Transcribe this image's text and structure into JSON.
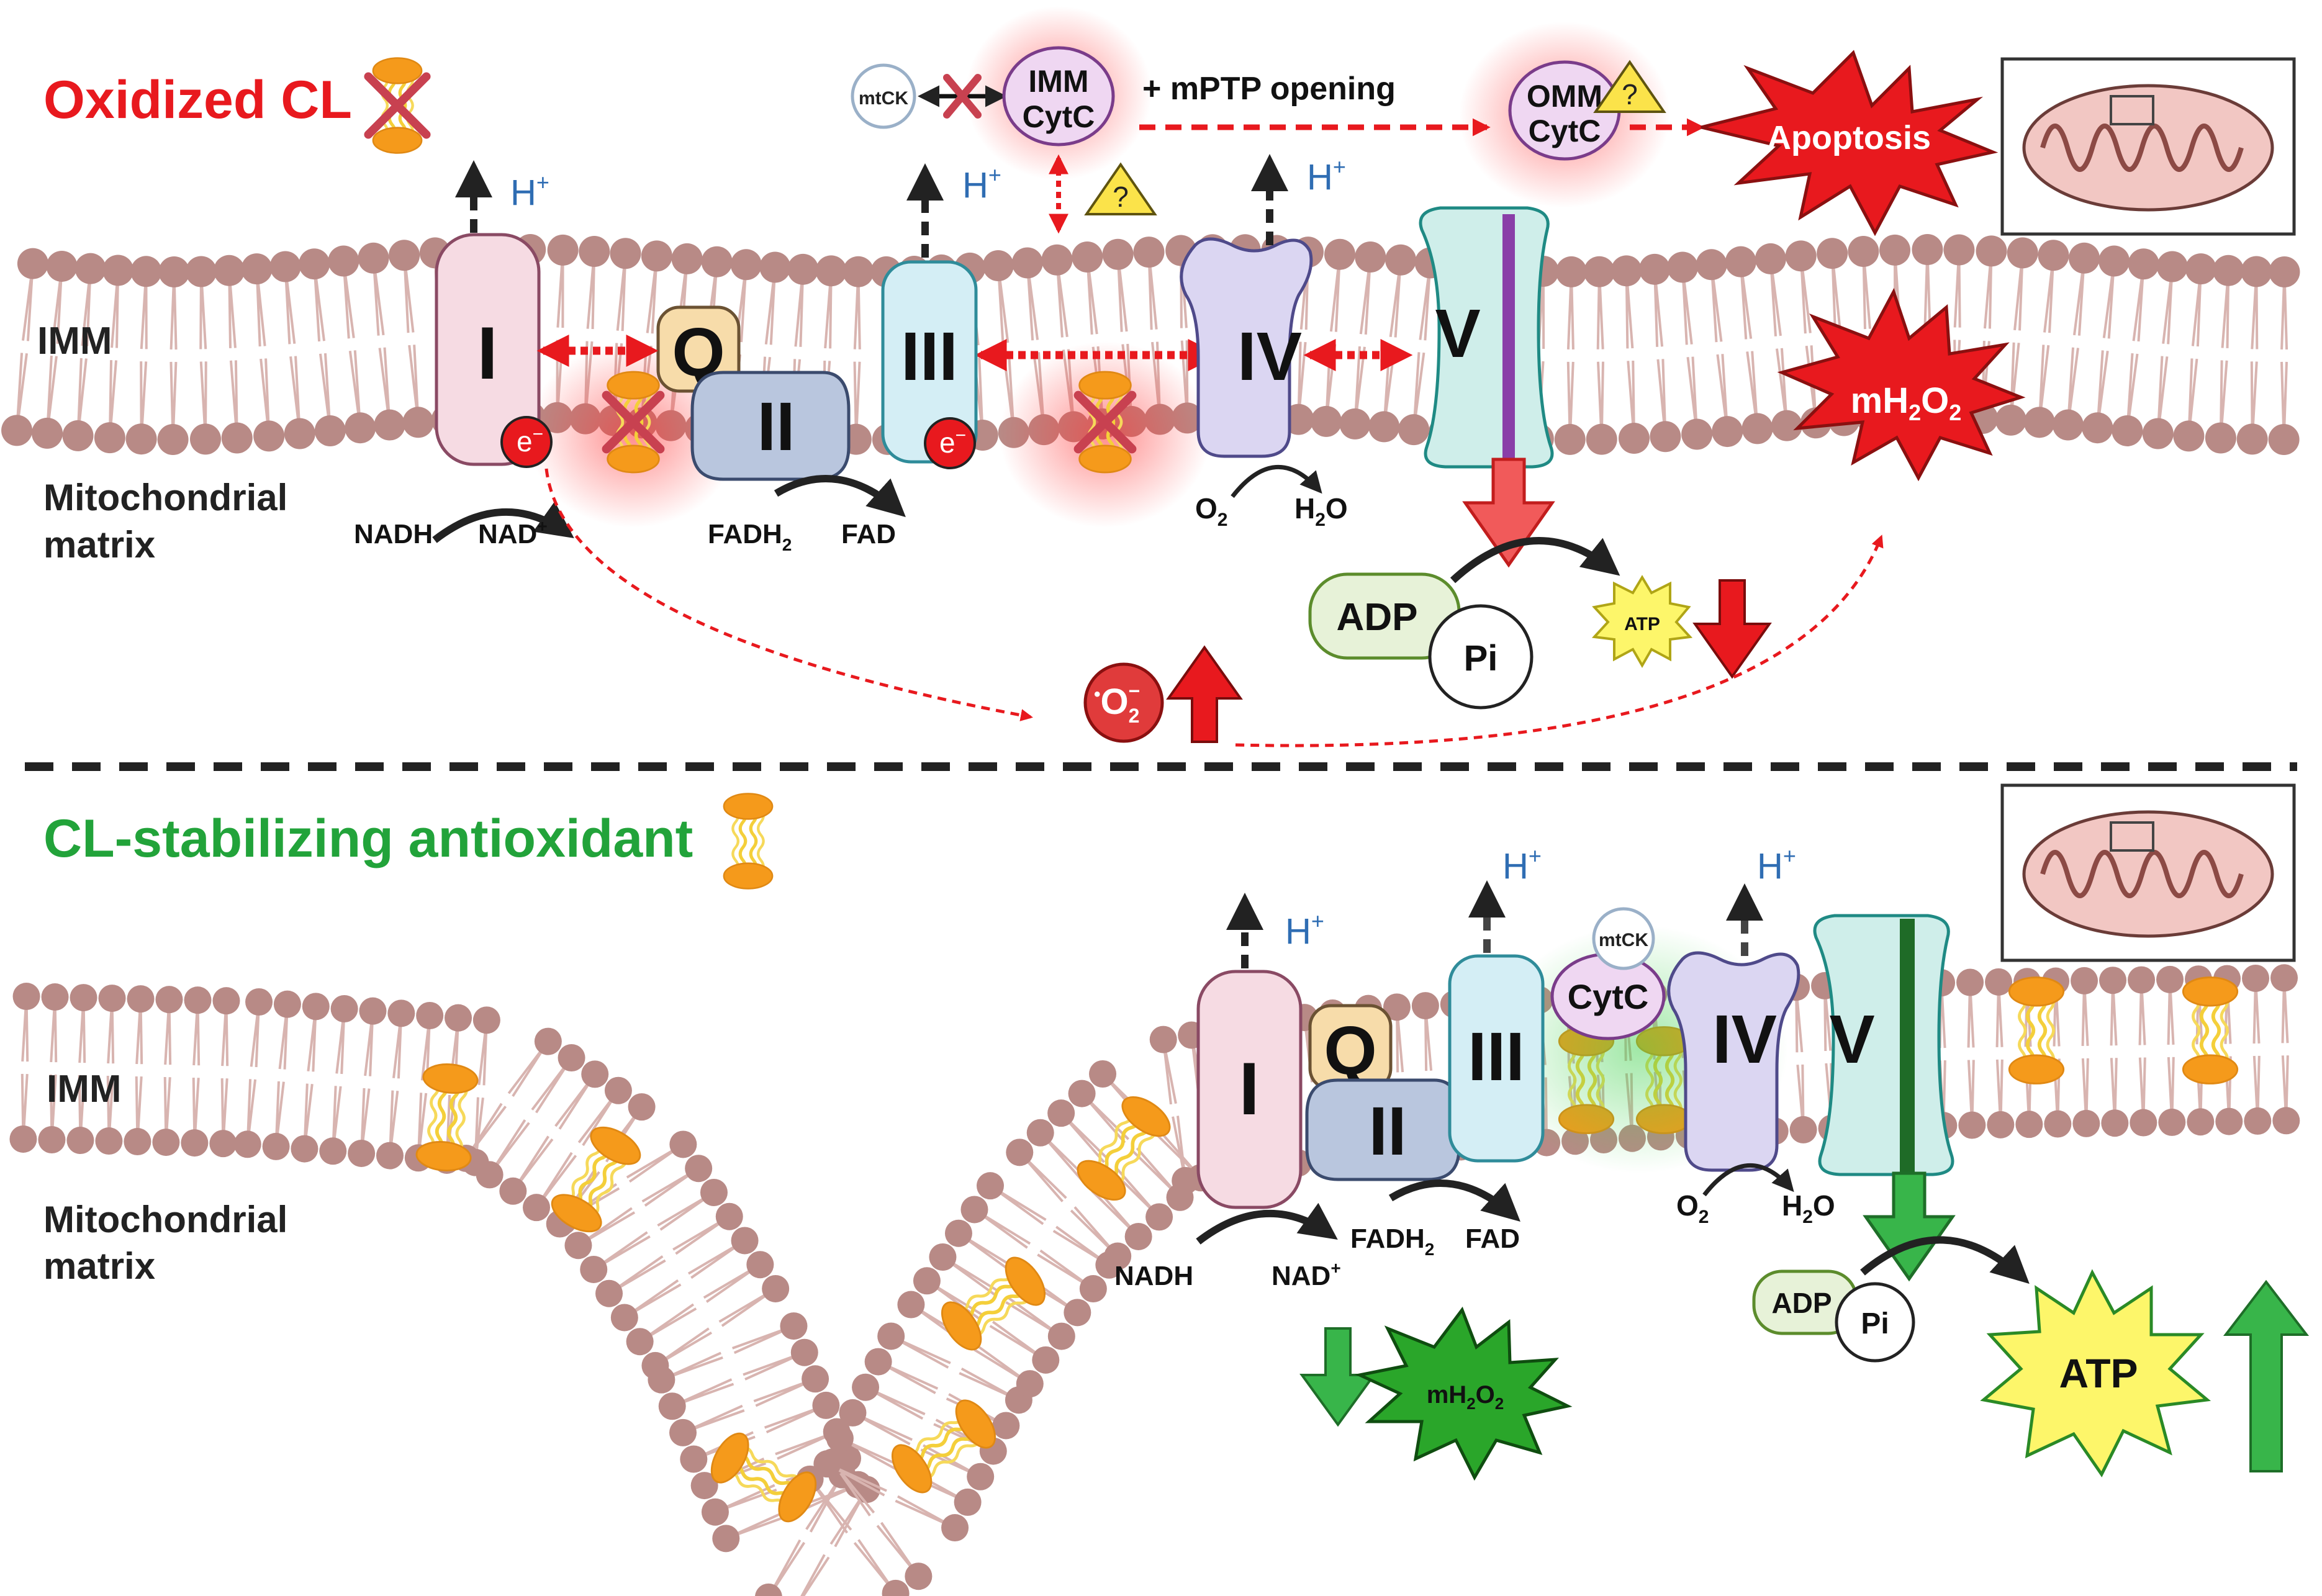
{
  "top": {
    "title": "Oxidized CL",
    "imm_label": "IMM",
    "matrix_label_1": "Mitochondrial",
    "matrix_label_2": "matrix",
    "h_plus": "H",
    "h_sup": "+",
    "complex_1": "I",
    "complex_q": "Q",
    "complex_2": "II",
    "complex_3": "III",
    "complex_4": "IV",
    "complex_5": "V",
    "electron": "e",
    "electron_sup": "−",
    "nadh": "NADH",
    "nad": "NAD",
    "nad_sup": "+",
    "fadh2": "FADH",
    "fadh2_sub": "2",
    "fad": "FAD",
    "o2": "O",
    "o2_sub": "2",
    "h2o_h": "H",
    "h2o_sub": "2",
    "h2o_o": "O",
    "mtck": "mtCK",
    "imm_cytc_1": "IMM",
    "imm_cytc_2": "CytC",
    "mptp": "+ mPTP opening",
    "omm_cytc_1": "OMM",
    "omm_cytc_2": "CytC",
    "question": "?",
    "apoptosis": "Apoptosis",
    "mh2o2_m": "mH",
    "mh2o2_sub1": "2",
    "mh2o2_o": "O",
    "mh2o2_sub2": "2",
    "adp": "ADP",
    "pi": "Pi",
    "atp": "ATP",
    "superoxide_dot": "•",
    "superoxide_o": "O",
    "superoxide_sub": "2",
    "superoxide_sup": "−"
  },
  "bottom": {
    "title": "CL-stabilizing antioxidant",
    "imm_label": "IMM",
    "matrix_label_1": "Mitochondrial",
    "matrix_label_2": "matrix",
    "h_plus": "H",
    "h_sup": "+",
    "complex_1": "I",
    "complex_q": "Q",
    "complex_2": "II",
    "complex_3": "III",
    "complex_4": "IV",
    "complex_5": "V",
    "cytc": "CytC",
    "mtck": "mtCK",
    "nadh": "NADH",
    "nad": "NAD",
    "nad_sup": "+",
    "fadh2": "FADH",
    "fadh2_sub": "2",
    "fad": "FAD",
    "o2": "O",
    "o2_sub": "2",
    "h2o_h": "H",
    "h2o_sub": "2",
    "h2o_o": "O",
    "adp": "ADP",
    "pi": "Pi",
    "atp": "ATP",
    "mh2o2_m": "mH",
    "mh2o2_sub1": "2",
    "mh2o2_o": "O",
    "mh2o2_sub2": "2"
  },
  "colors": {
    "oxidized_title": "#e8191e",
    "antioxidant_title": "#22a33a",
    "lipid_head": "#b88a86",
    "lipid_tail": "#d8b4b0",
    "h_plus": "#2f6db3",
    "alarm_red": "#e8191e",
    "good_green": "#22a33a",
    "cl_orange": "#f59a1b",
    "cl_tail": "#f4cf3a"
  }
}
